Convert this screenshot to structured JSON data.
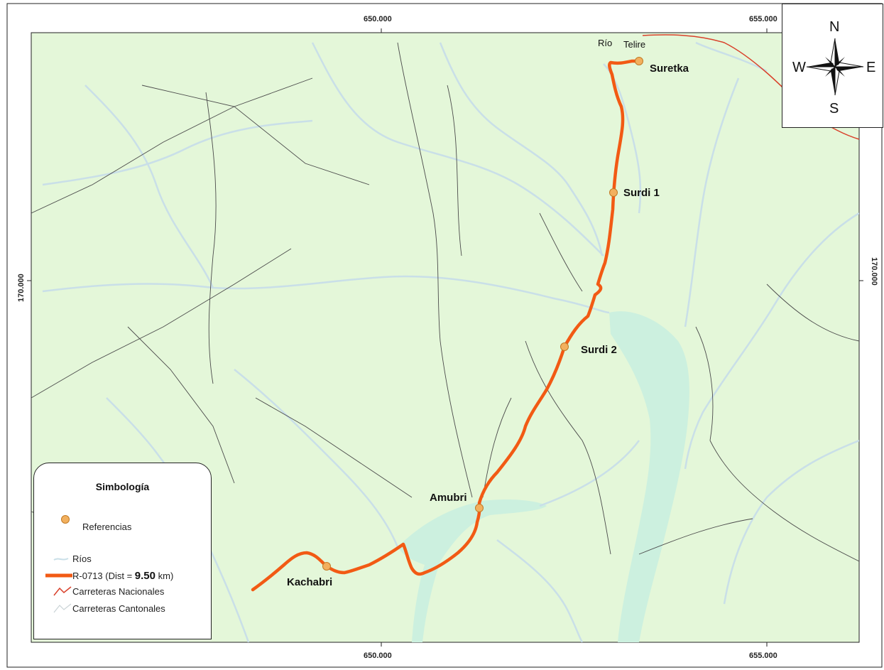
{
  "map": {
    "colors": {
      "land": "#e4f7d9",
      "river": "#c9dfe8",
      "cantonal_road": "#4b4b4b",
      "national_road": "#d9402a",
      "route": "#f25a14",
      "reference_point": "#f2b05e",
      "river_area": "#ccf0df"
    },
    "grid_labels": {
      "top_left_x": "650.000",
      "top_right_x": "655.000",
      "bottom_left_x": "650.000",
      "bottom_right_x": "655.000",
      "left_y": "170.000",
      "right_y": "170.000"
    },
    "places": [
      {
        "name": "Suretka"
      },
      {
        "name": "Surdi 1"
      },
      {
        "name": "Surdi 2"
      },
      {
        "name": "Amubri"
      },
      {
        "name": "Kachabri"
      }
    ],
    "river_labels": {
      "rio": "Río",
      "telire": "Telire"
    }
  },
  "compass": {
    "north": "N",
    "south": "S",
    "east": "E",
    "west": "W",
    "icon": "compass-rose-icon"
  },
  "legend": {
    "title": "Simbología",
    "items": [
      {
        "label": "Referencias",
        "symbol": "reference-point-icon"
      },
      {
        "label": "Ríos",
        "symbol": "river-line-icon"
      },
      {
        "label_prefix": "R-0713 (Dist = ",
        "label_value": "9.50",
        "label_suffix": " km)",
        "symbol": "route-line-icon"
      },
      {
        "label": "Carreteras Nacionales",
        "symbol": "national-road-icon"
      },
      {
        "label": "Carreteras Cantonales",
        "symbol": "cantonal-road-icon"
      }
    ]
  }
}
